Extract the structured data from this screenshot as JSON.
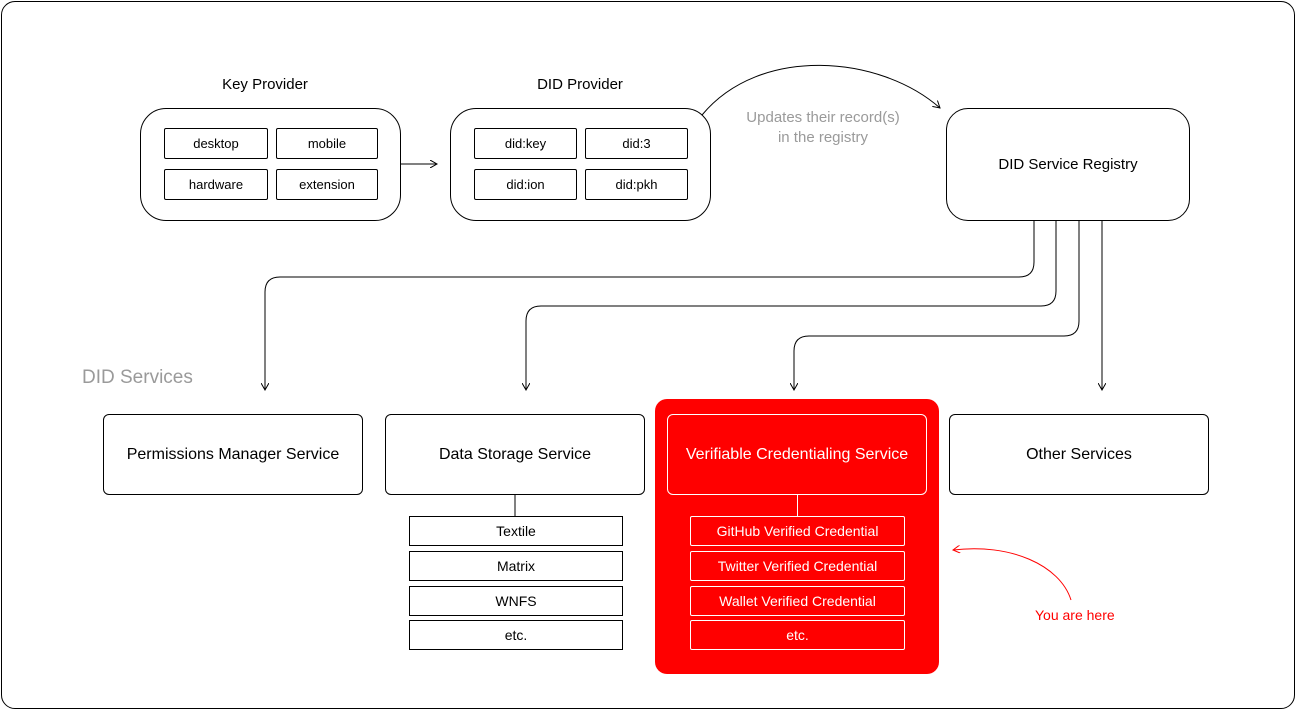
{
  "key_provider": {
    "title": "Key Provider",
    "chips": [
      "desktop",
      "mobile",
      "hardware",
      "extension"
    ]
  },
  "did_provider": {
    "title": "DID Provider",
    "chips": [
      "did:key",
      "did:3",
      "did:ion",
      "did:pkh"
    ]
  },
  "registry_note": {
    "line1": "Updates their record(s)",
    "line2": "in the registry"
  },
  "registry": {
    "label": "DID Service Registry"
  },
  "services": {
    "heading": "DID Services",
    "permissions": "Permissions Manager Service",
    "storage": {
      "label": "Data Storage Service",
      "items": [
        "Textile",
        "Matrix",
        "WNFS",
        "etc."
      ]
    },
    "credentialing": {
      "label": "Verifiable Credentialing Service",
      "items": [
        "GitHub Verified Credential",
        "Twitter Verified Credential",
        "Wallet Verified Credential",
        "etc."
      ]
    },
    "other": "Other Services"
  },
  "annotation": {
    "you_are_here": "You are here"
  },
  "colors": {
    "highlight": "#ff0000",
    "note_gray": "#9a9a9a"
  }
}
